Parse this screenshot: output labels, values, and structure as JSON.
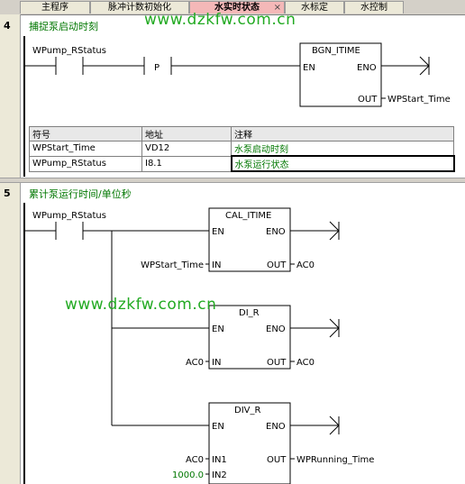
{
  "tabs": [
    {
      "label": "主程序",
      "active": false,
      "closable": false
    },
    {
      "label": "脉冲计数初始化",
      "active": false,
      "closable": false
    },
    {
      "label": "水实时状态",
      "active": true,
      "closable": true
    },
    {
      "label": "水标定",
      "active": false,
      "closable": false
    },
    {
      "label": "水控制",
      "active": false,
      "closable": false
    }
  ],
  "tab_close_glyph": "×",
  "watermark": "www.dzkfw.com.cn",
  "network4": {
    "number": "4",
    "title": "捕捉泵启动时刻",
    "contact_label": "WPump_RStatus",
    "p_label": "P",
    "block": {
      "name": "BGN_ITIME",
      "en": "EN",
      "eno": "ENO",
      "out_pin": "OUT",
      "out_var": "WPStart_Time"
    }
  },
  "symbol_table": {
    "headers": [
      "符号",
      "地址",
      "注释"
    ],
    "rows": [
      {
        "symbol": "WPStart_Time",
        "address": "VD12",
        "comment": "水泵启动时刻"
      },
      {
        "symbol": "WPump_RStatus",
        "address": "I8.1",
        "comment": "水泵运行状态"
      }
    ]
  },
  "network5": {
    "number": "5",
    "title": "累计泵运行时间/单位秒",
    "contact_label": "WPump_RStatus",
    "blocks": [
      {
        "name": "CAL_ITIME",
        "en": "EN",
        "eno": "ENO",
        "in_pin": "IN",
        "in_var": "WPStart_Time",
        "out_pin": "OUT",
        "out_var": "AC0"
      },
      {
        "name": "DI_R",
        "en": "EN",
        "eno": "ENO",
        "in_pin": "IN",
        "in_var": "AC0",
        "out_pin": "OUT",
        "out_var": "AC0"
      },
      {
        "name": "DIV_R",
        "en": "EN",
        "eno": "ENO",
        "in1_pin": "IN1",
        "in1_var": "AC0",
        "in2_pin": "IN2",
        "in2_var": "1000.0",
        "out_pin": "OUT",
        "out_var": "WPRunning_Time"
      }
    ]
  },
  "colors": {
    "tab_active": "#f4b8b8",
    "comment_green": "#007700",
    "watermark": "#22aa22"
  }
}
